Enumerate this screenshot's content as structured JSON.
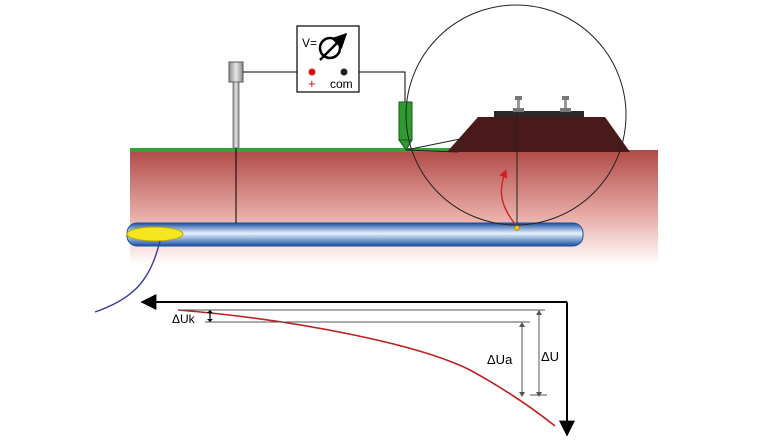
{
  "meter": {
    "label": "V=",
    "plus_label": "+",
    "com_label": "com"
  },
  "annotations": {
    "delta_uk": "ΔUk",
    "delta_ua": "ΔUa",
    "delta_u": "ΔU"
  },
  "colors": {
    "soil_top": "#b04a48",
    "soil_bottom": "#ffffff",
    "ground_surface": "#33a33a",
    "ballast": "#4a1a1a",
    "pipe": "#3c78c8",
    "coating_defect": "#f5e61e",
    "current_arrow": "#d02020",
    "potential_curve": "#c02020",
    "defect_arrow": "#3a3aa0"
  }
}
